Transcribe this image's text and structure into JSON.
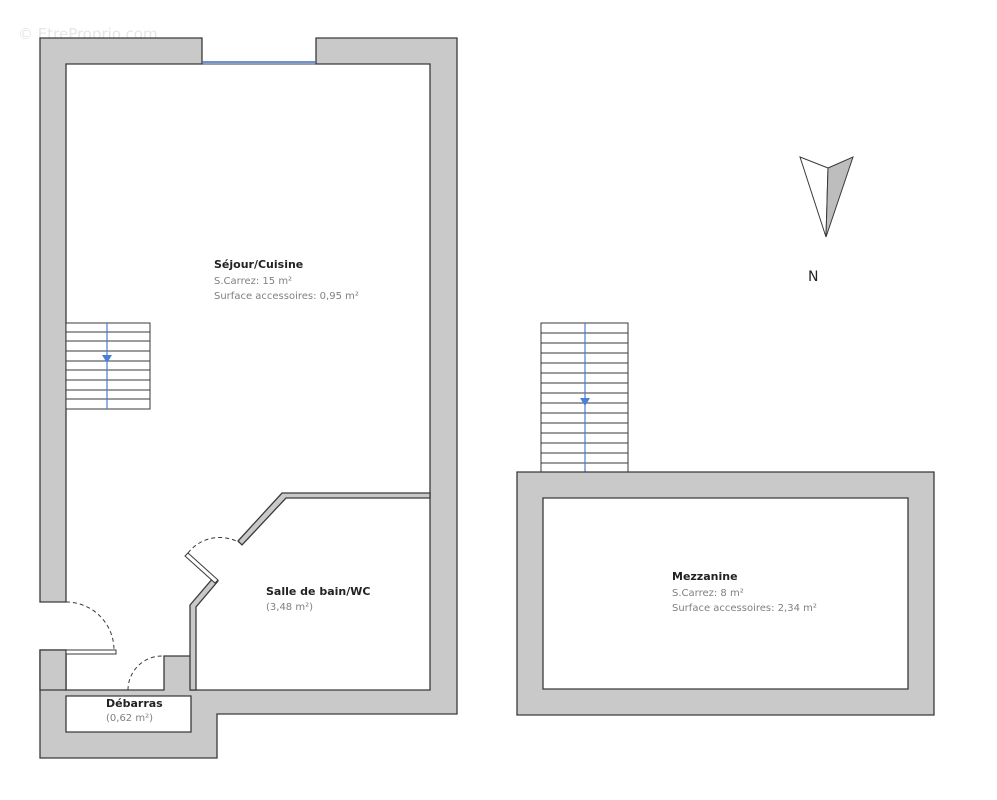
{
  "watermark": "© EtreProprio.com",
  "compass": {
    "label": "N"
  },
  "rooms": {
    "sejour": {
      "name": "Séjour/Cuisine",
      "info": [
        "S.Carrez: 15 m²",
        "Surface accessoires: 0,95 m²"
      ]
    },
    "salle_de_bain": {
      "name": "Salle de bain/WC",
      "info": [
        "(3,48 m²)"
      ]
    },
    "debarras": {
      "name": "Débarras",
      "info": [
        "(0,62 m²)"
      ]
    },
    "mezzanine": {
      "name": "Mezzanine",
      "info": [
        "S.Carrez: 8 m²",
        "Surface accessoires: 2,34 m²"
      ]
    }
  },
  "colors": {
    "wall": "#c9c9c9",
    "outline": "#3a3a3a",
    "stair_arrow": "#4a7fd6",
    "window": "#3d6fd0"
  }
}
